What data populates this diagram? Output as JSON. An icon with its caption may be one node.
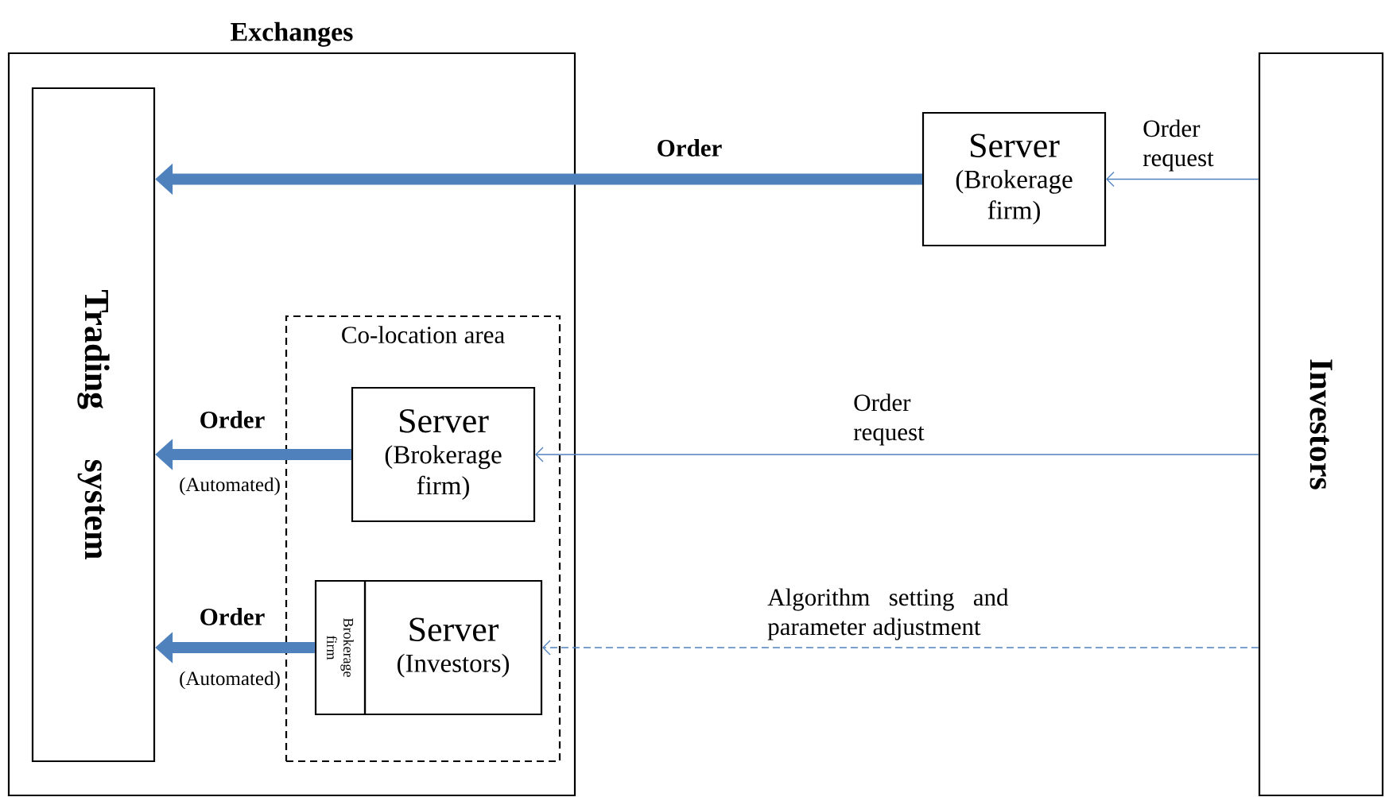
{
  "diagram": {
    "nodes": [
      {
        "text": [
          "Exchanges"
        ]
      },
      {
        "text": [
          "Trading system"
        ],
        "in": 0
      },
      {
        "text": [
          "Co-location area"
        ],
        "in": 0
      },
      {
        "text": [
          "Server",
          "(Brokerage firm)"
        ]
      },
      {
        "text": [
          "Server",
          "(Brokerage firm)"
        ],
        "in": 2
      },
      {
        "text": [
          "Brokerage firm"
        ],
        "in": 2
      },
      {
        "text": [
          "Server",
          "(Investors)"
        ],
        "in": 2
      },
      {
        "text": [
          "Investors"
        ]
      }
    ],
    "edges": [
      {
        "from": 3,
        "to": 1,
        "arrow": "to",
        "label": "Order",
        "style": "thick"
      },
      {
        "from": 7,
        "to": 3,
        "arrow": "to",
        "label": "Order request"
      },
      {
        "from": 4,
        "to": 1,
        "arrow": "to",
        "label": "Order",
        "style": "thick"
      },
      {
        "from": 7,
        "to": 4,
        "arrow": "to",
        "label": "Order request"
      },
      {
        "from": 5,
        "to": 1,
        "arrow": "to",
        "label": "Order",
        "style": "thick"
      },
      {
        "from": 7,
        "to": 6,
        "arrow": "to",
        "label": "Algorithm setting and parameter adjustment",
        "style": "dashed"
      }
    ],
    "labels": [
      "(Automated)",
      "(Automated)"
    ]
  }
}
